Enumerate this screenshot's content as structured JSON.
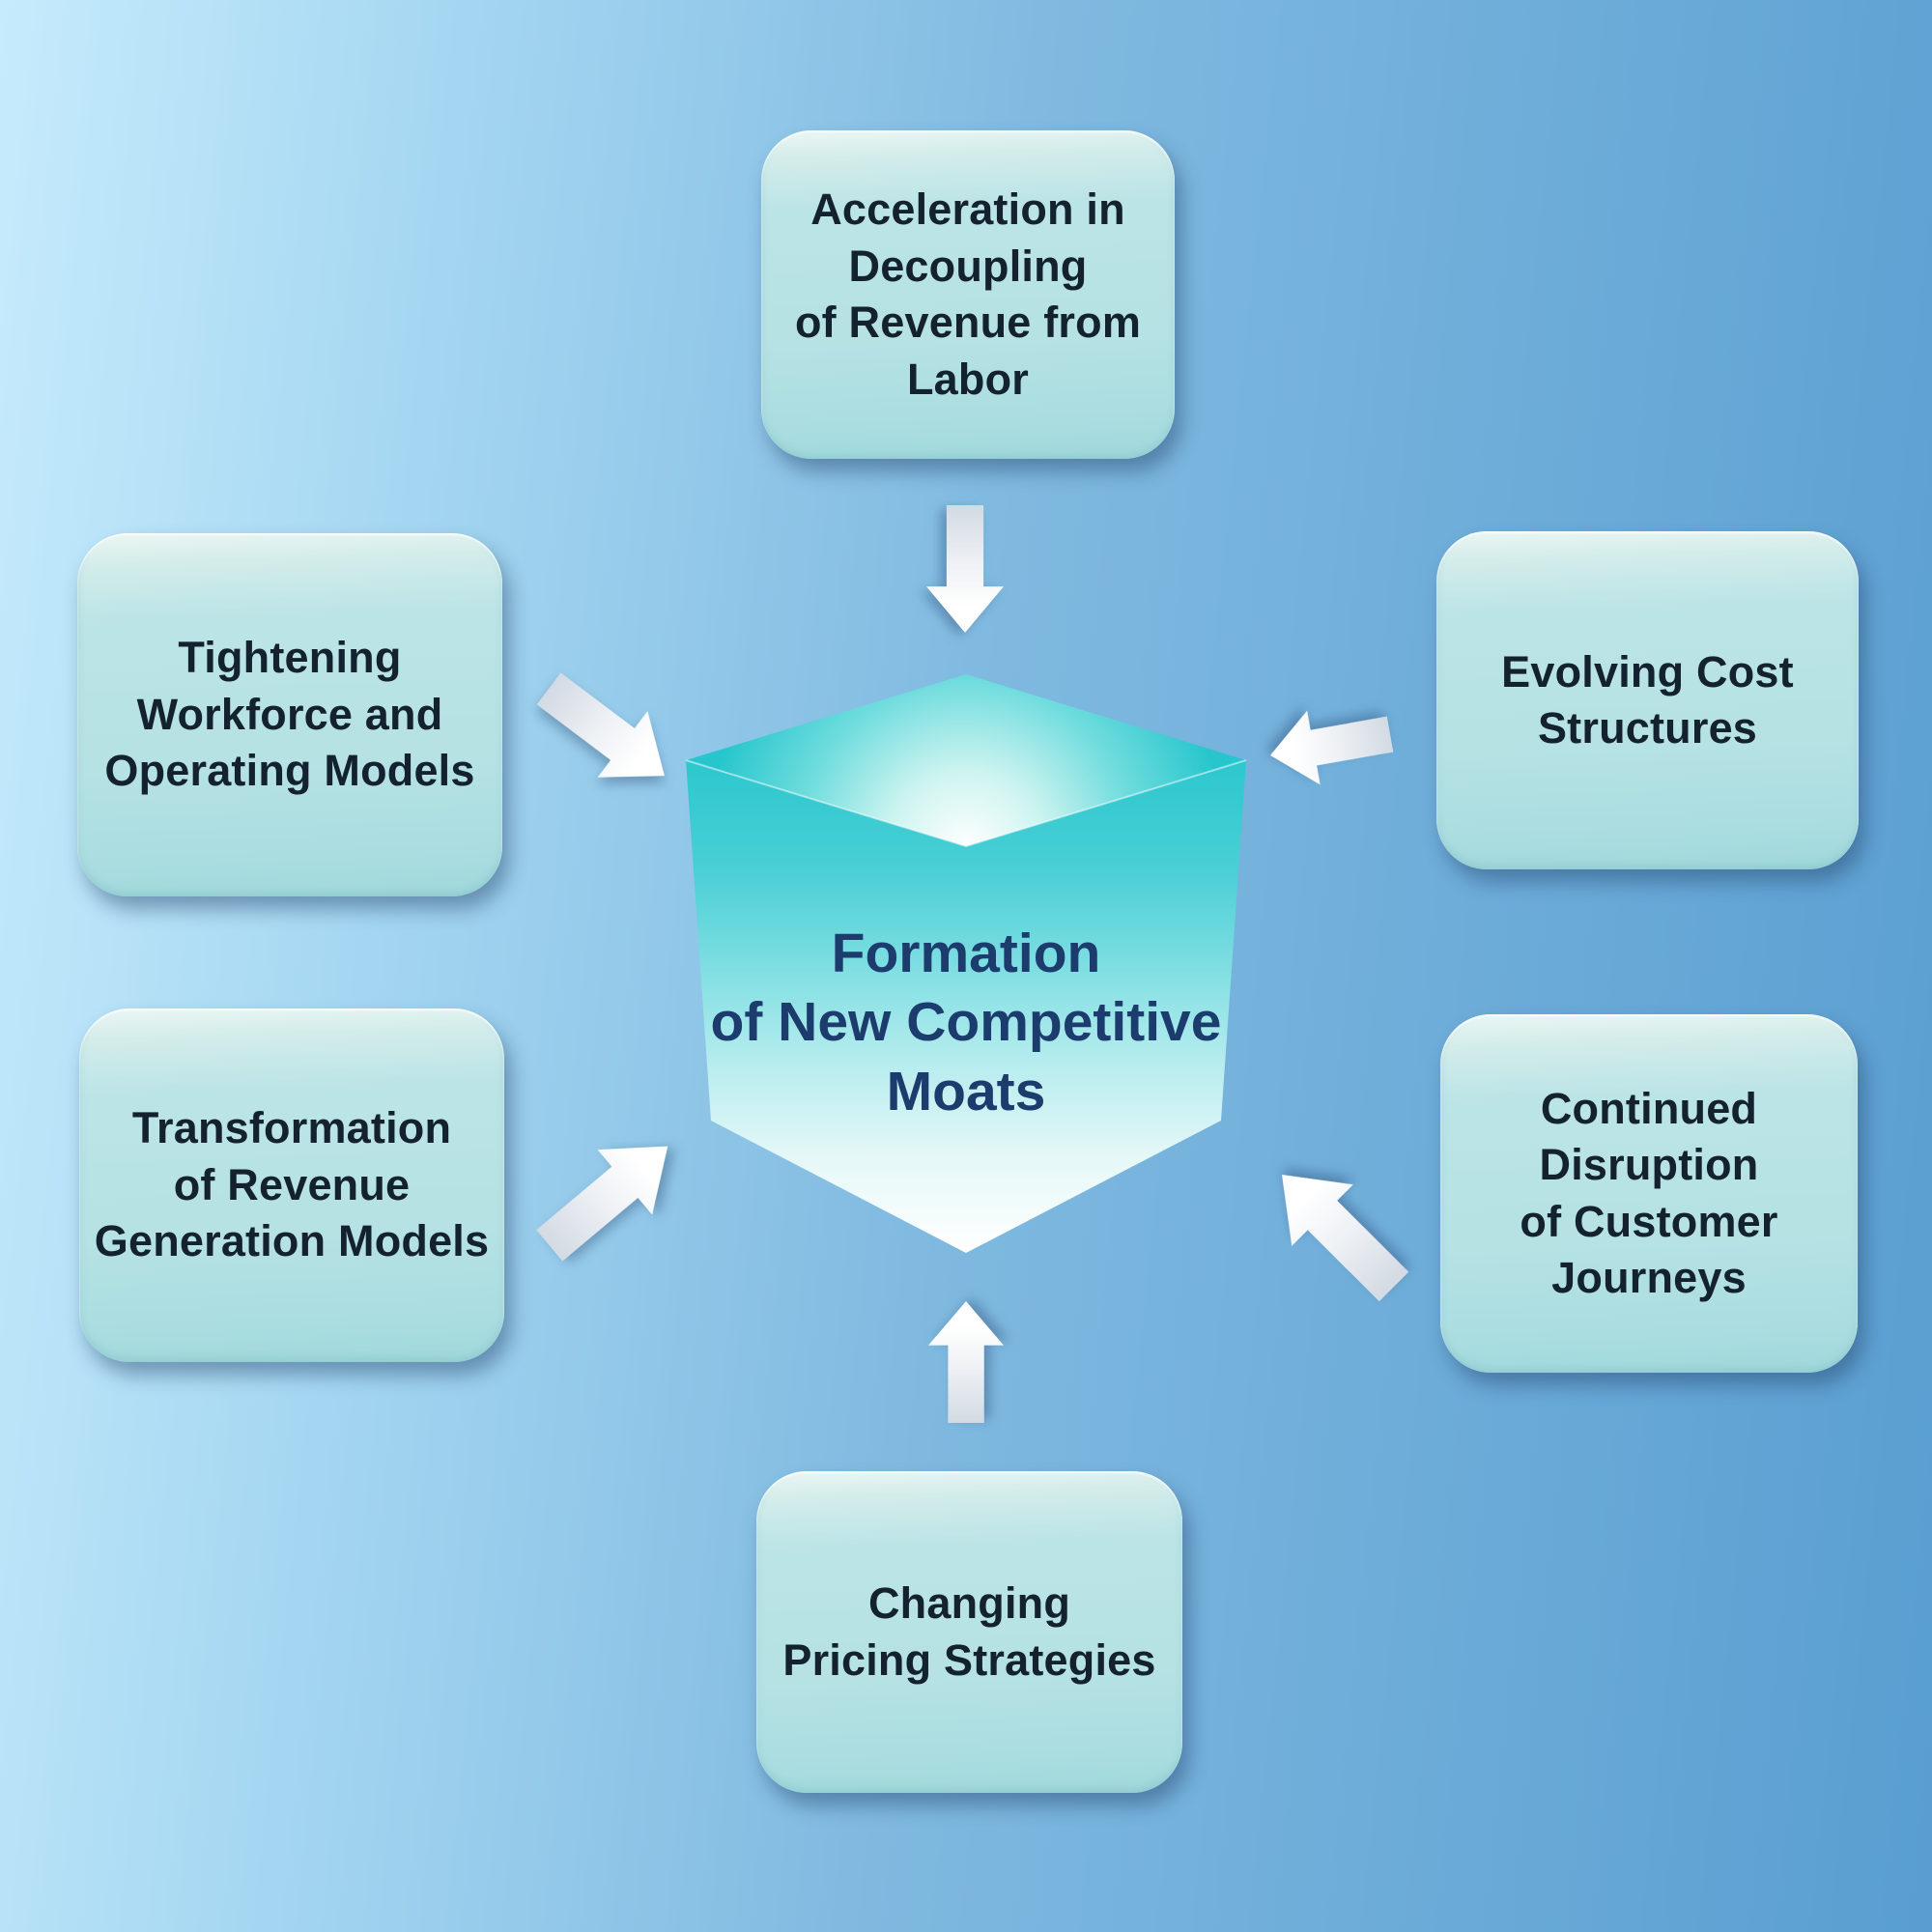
{
  "center": {
    "label": "Formation\nof New Competitive\nMoats"
  },
  "factors": [
    {
      "id": "top",
      "label": "Acceleration in\nDecoupling\nof Revenue from\nLabor"
    },
    {
      "id": "upper-left",
      "label": "Tightening\nWorkforce and\nOperating Models"
    },
    {
      "id": "upper-right",
      "label": "Evolving Cost\nStructures"
    },
    {
      "id": "lower-left",
      "label": "Transformation\nof Revenue\nGeneration Models"
    },
    {
      "id": "lower-right",
      "label": "Continued\nDisruption\nof Customer\nJourneys"
    },
    {
      "id": "bottom",
      "label": "Changing\nPricing Strategies"
    }
  ],
  "icons": [
    "arrow-down-icon",
    "arrow-down-right-icon",
    "arrow-left-icon",
    "arrow-up-right-icon",
    "arrow-up-left-icon",
    "arrow-up-icon"
  ],
  "colors": {
    "bg-light": "#c6ebfc",
    "bg-dark": "#599ed1",
    "box-fill": "#bbe4e6",
    "box-text": "#14212e",
    "cube-teal": "#27c6cd",
    "cube-text": "#1b3c6d",
    "arrow-fill": "#f2f4f7"
  }
}
